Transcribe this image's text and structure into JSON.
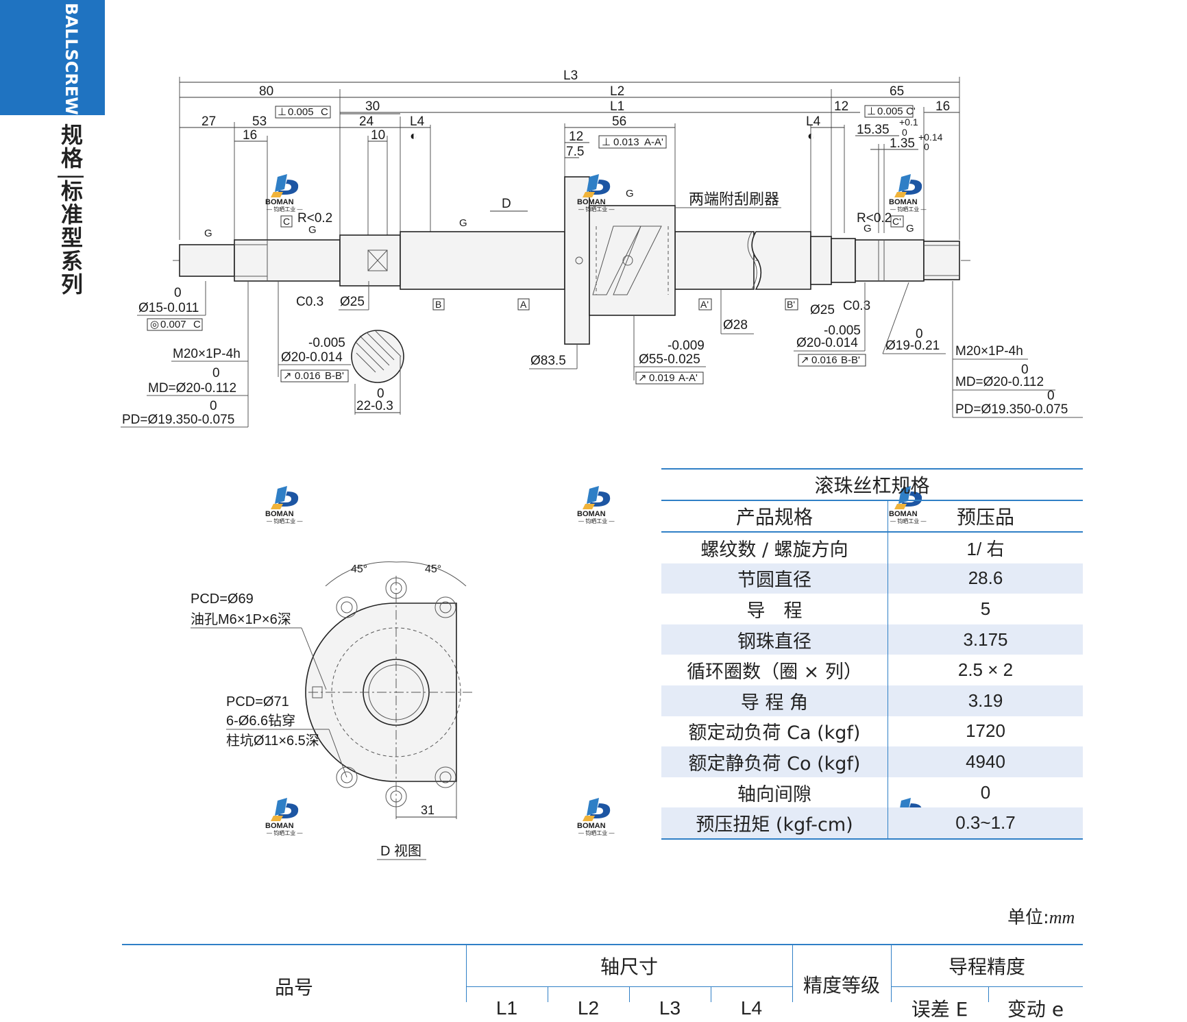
{
  "sidebar": {
    "brand": "BALLSCREWS",
    "title": "规格",
    "subtitle": "标准型系列"
  },
  "logo": {
    "name": "BOMAN",
    "sub": "— 钧晒工业 —"
  },
  "drawing": {
    "dims": {
      "L3": "L3",
      "L2": "L2",
      "L1": "L1",
      "d80": "80",
      "d65": "65",
      "d30": "30",
      "d24": "24",
      "d27": "27",
      "d53": "53",
      "d16a": "16",
      "d10": "10",
      "L4a": "L4",
      "d56": "56",
      "d12a": "12",
      "d7_5": "7.5",
      "L4b": "L4",
      "d12b": "12",
      "d16b": "16",
      "d15_35": "15.35",
      "tol15_35_up": "+0.1",
      "tol15_35_lo": "0",
      "d1_35": "1.35",
      "tol1_35_up": "+0.14",
      "tol1_35_lo": "0",
      "D": "D",
      "G": "G",
      "R1": "R<0.2",
      "R2": "R<0.2",
      "C": "C",
      "Cp": "C'",
      "A": "A",
      "Ap": "A'",
      "B": "B",
      "Bp": "B'",
      "perp1": "⊥",
      "perp1_val": "0.005",
      "perp1_ref": "C",
      "perp2_val": "0.013",
      "perp2_ref": "A-A'",
      "perp3_val": "0.005",
      "perp3_ref": "C'",
      "note_wiper": "两端附刮刷器",
      "zero1": "0",
      "dia15": "Ø15-0.011",
      "conc_val": "0.007",
      "conc_ref": "C",
      "c03a": "C0.3",
      "dia25a": "Ø25",
      "m20a": "M20×1P-4h",
      "md_zero_a": "0",
      "md_a": "MD=Ø20-0.112",
      "pd_zero_a": "0",
      "pd_a": "PD=Ø19.350-0.075",
      "tol20a_up": "-0.005",
      "dia20a": "Ø20-0.014",
      "run1_val": "0.016",
      "run1_ref": "B-B'",
      "zero22": "0",
      "d22": "22-0.3",
      "dia83": "Ø83.5",
      "tol55_up": "-0.009",
      "dia55": "Ø55-0.025",
      "run2_val": "0.019",
      "run2_ref": "A-A'",
      "dia28": "Ø28",
      "dia25b": "Ø25",
      "c03b": "C0.3",
      "tol20b_up": "-0.005",
      "dia20b": "Ø20-0.014",
      "run3_val": "0.016",
      "run3_ref": "B-B'",
      "zero19": "0",
      "dia19": "Ø19-0.21",
      "m20b": "M20×1P-4h",
      "md_zero_b": "0",
      "md_b": "MD=Ø20-0.112",
      "pd_zero_b": "0",
      "pd_b": "PD=Ø19.350-0.075"
    },
    "dview": {
      "a45a": "45°",
      "a45b": "45°",
      "pcd69": "PCD=Ø69",
      "oil": "油孔M6×1P×6深",
      "pcd71": "PCD=Ø71",
      "holes": "6-Ø6.6钻穿",
      "cbore": "柱坑Ø11×6.5深",
      "d31": "31",
      "caption": "D 视图"
    }
  },
  "spec_table": {
    "title": "滚珠丝杠规格",
    "header": {
      "label": "产品规格",
      "value": "预压品"
    },
    "rows": [
      {
        "label": "螺纹数 / 螺旋方向",
        "value": "1/ 右"
      },
      {
        "label": "节圆直径",
        "value": "28.6"
      },
      {
        "label": "导　程",
        "value": "5"
      },
      {
        "label": "钢珠直径",
        "value": "3.175"
      },
      {
        "label": "循环圈数（圈 × 列）",
        "value": "2.5 × 2"
      },
      {
        "label": "导 程 角",
        "value": "3.19"
      },
      {
        "label": "额定动负荷 Ca (kgf)",
        "value": "1720"
      },
      {
        "label": "额定静负荷 Co (kgf)",
        "value": "4940"
      },
      {
        "label": "轴向间隙",
        "value": "0"
      },
      {
        "label": "预压扭矩 (kgf-cm)",
        "value": "0.3~1.7"
      }
    ]
  },
  "unit": {
    "label": "单位:",
    "value": "mm"
  },
  "bottom_table": {
    "part_no": "品号",
    "shaft_dims": "轴尺寸",
    "precision_grade": "精度等级",
    "lead_precision": "导程精度",
    "cols": [
      "L1",
      "L2",
      "L3",
      "L4"
    ],
    "err": "误差 E",
    "var": "变动 e"
  }
}
